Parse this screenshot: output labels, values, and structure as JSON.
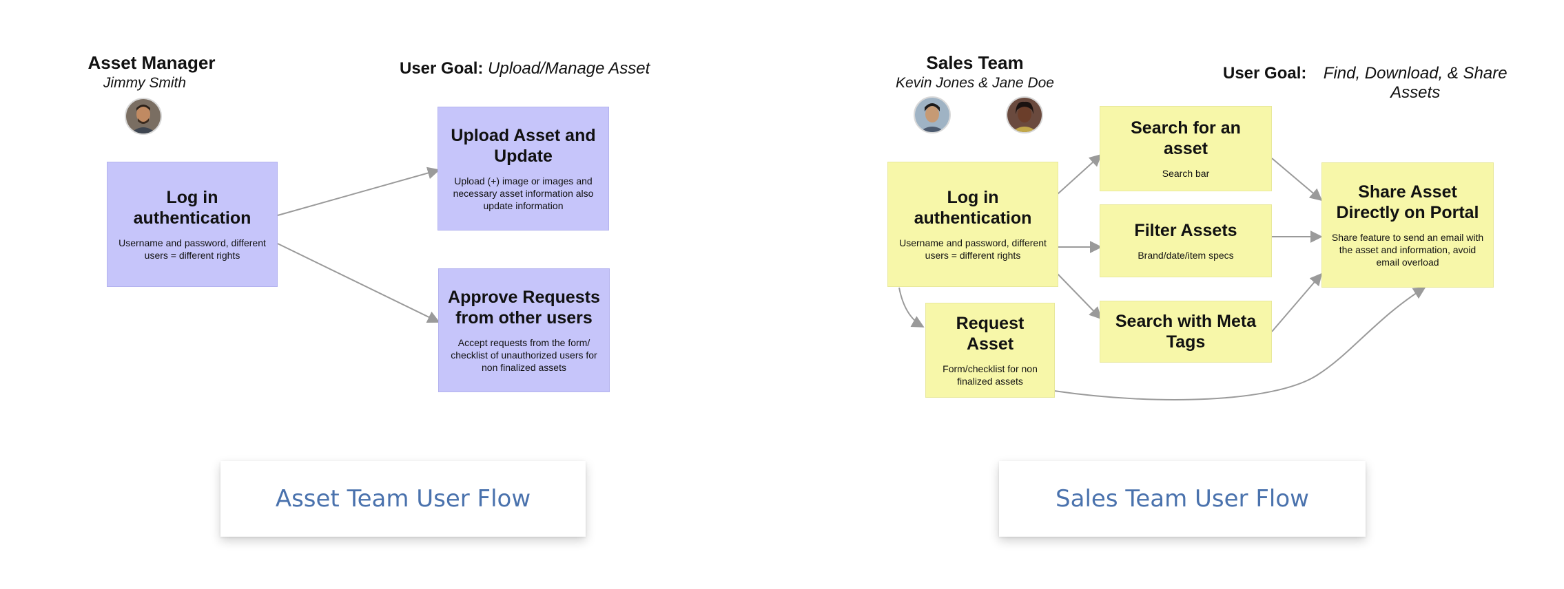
{
  "asset_panel": {
    "role": "Asset Manager",
    "person": "Jimmy Smith",
    "goal_label": "User Goal:",
    "goal_text": "Upload/Manage Asset",
    "login": {
      "title": "Log in authentication",
      "desc": "Username and password, different users = different rights"
    },
    "upload": {
      "title": "Upload Asset and Update",
      "desc": "Upload (+) image or images and necessary asset information also update information"
    },
    "approve": {
      "title": "Approve Requests from other users",
      "desc": "Accept requests from the form/ checklist of unauthorized users for non finalized assets"
    },
    "caption": "Asset Team User Flow"
  },
  "sales_panel": {
    "role": "Sales Team",
    "people": "Kevin Jones & Jane Doe",
    "goal_label": "User Goal:",
    "goal_text": "Find, Download, & Share Assets",
    "login": {
      "title": "Log in authentication",
      "desc": "Username and password, different users = different rights"
    },
    "search": {
      "title": "Search for an asset",
      "desc": "Search bar"
    },
    "filter": {
      "title": "Filter Assets",
      "desc": "Brand/date/item specs"
    },
    "meta": {
      "title": "Search with Meta Tags",
      "desc": ""
    },
    "request": {
      "title": "Request Asset",
      "desc": "Form/checklist for non finalized assets"
    },
    "share": {
      "title": "Share Asset Directly on Portal",
      "desc": "Share feature to send an email with the asset and information, avoid email overload"
    },
    "caption": "Sales Team User Flow"
  },
  "colors": {
    "asset_note": "#c6c5fa",
    "sales_note": "#f7f7a9",
    "arrow": "#9a9a9a",
    "caption_text": "#4a72ad"
  }
}
